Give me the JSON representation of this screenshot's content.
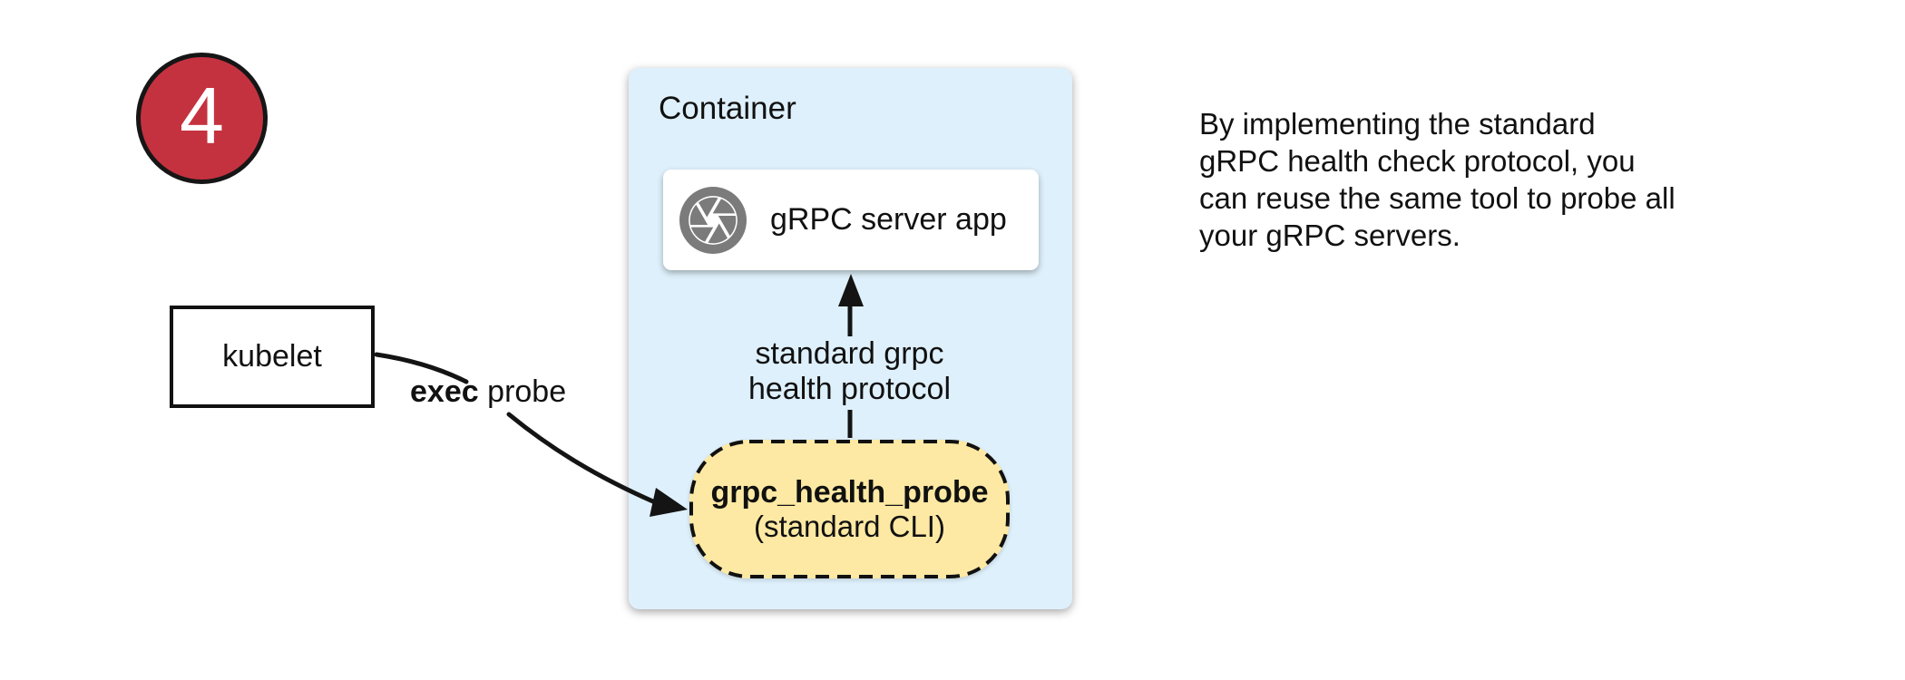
{
  "colors": {
    "accent_red": "#c5323f",
    "container_blue": "#def0fb",
    "probe_yellow": "#fde9a3",
    "icon_gray": "#7b7b7b",
    "ink": "#111111"
  },
  "badge": {
    "number": "4"
  },
  "kubelet": {
    "label": "kubelet"
  },
  "exec_probe_edge": {
    "label_bold": "exec",
    "label_rest": "probe"
  },
  "container": {
    "title": "Container",
    "server_app": {
      "label": "gRPC server app",
      "icon": "camera-aperture-icon"
    },
    "health_protocol_edge": {
      "label_line1": "standard grpc",
      "label_line2": "health protocol"
    },
    "probe": {
      "title": "grpc_health_probe",
      "subtitle": "(standard CLI)"
    }
  },
  "annotation": {
    "lines": [
      "By implementing the standard",
      "gRPC health check protocol, you",
      "can reuse the same tool to probe all",
      "your gRPC servers."
    ]
  }
}
